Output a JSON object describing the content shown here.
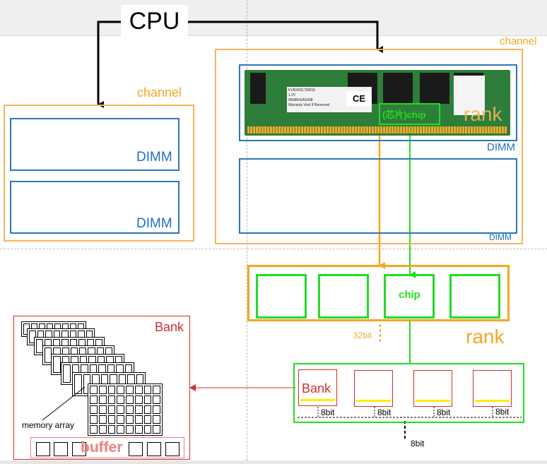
{
  "cpu_label": "CPU",
  "left_channel": {
    "label": "channel",
    "dimms": [
      "DIMM",
      "DIMM"
    ]
  },
  "right_channel": {
    "label": "channel",
    "dimm_top": {
      "label": "DIMM",
      "rank_label": "rank",
      "chip_callout": "(芯片)chip",
      "module_text": [
        "KVR24S17D8/16",
        "1.2V",
        "9KMM16A1608",
        "Warranty Void If Removed"
      ]
    },
    "dimm_bottom": {
      "label": "DIMM"
    }
  },
  "rank_detail": {
    "label": "rank",
    "chip_label": "chip",
    "bus_width": "32bit"
  },
  "chip_detail": {
    "bank_label": "Bank",
    "bank_widths": [
      "8bit",
      "8bit",
      "8bit",
      "8bit"
    ],
    "output_width": "8bit"
  },
  "bank_detail": {
    "label": "Bank",
    "array_label": "memory array",
    "buffer_label": "buffer"
  },
  "colors": {
    "channel": "#f5b557",
    "dimm": "#2e75b6",
    "rank": "#f5a623",
    "chip": "#22dd22",
    "bank": "#d03030",
    "buffer": "#f08080"
  }
}
